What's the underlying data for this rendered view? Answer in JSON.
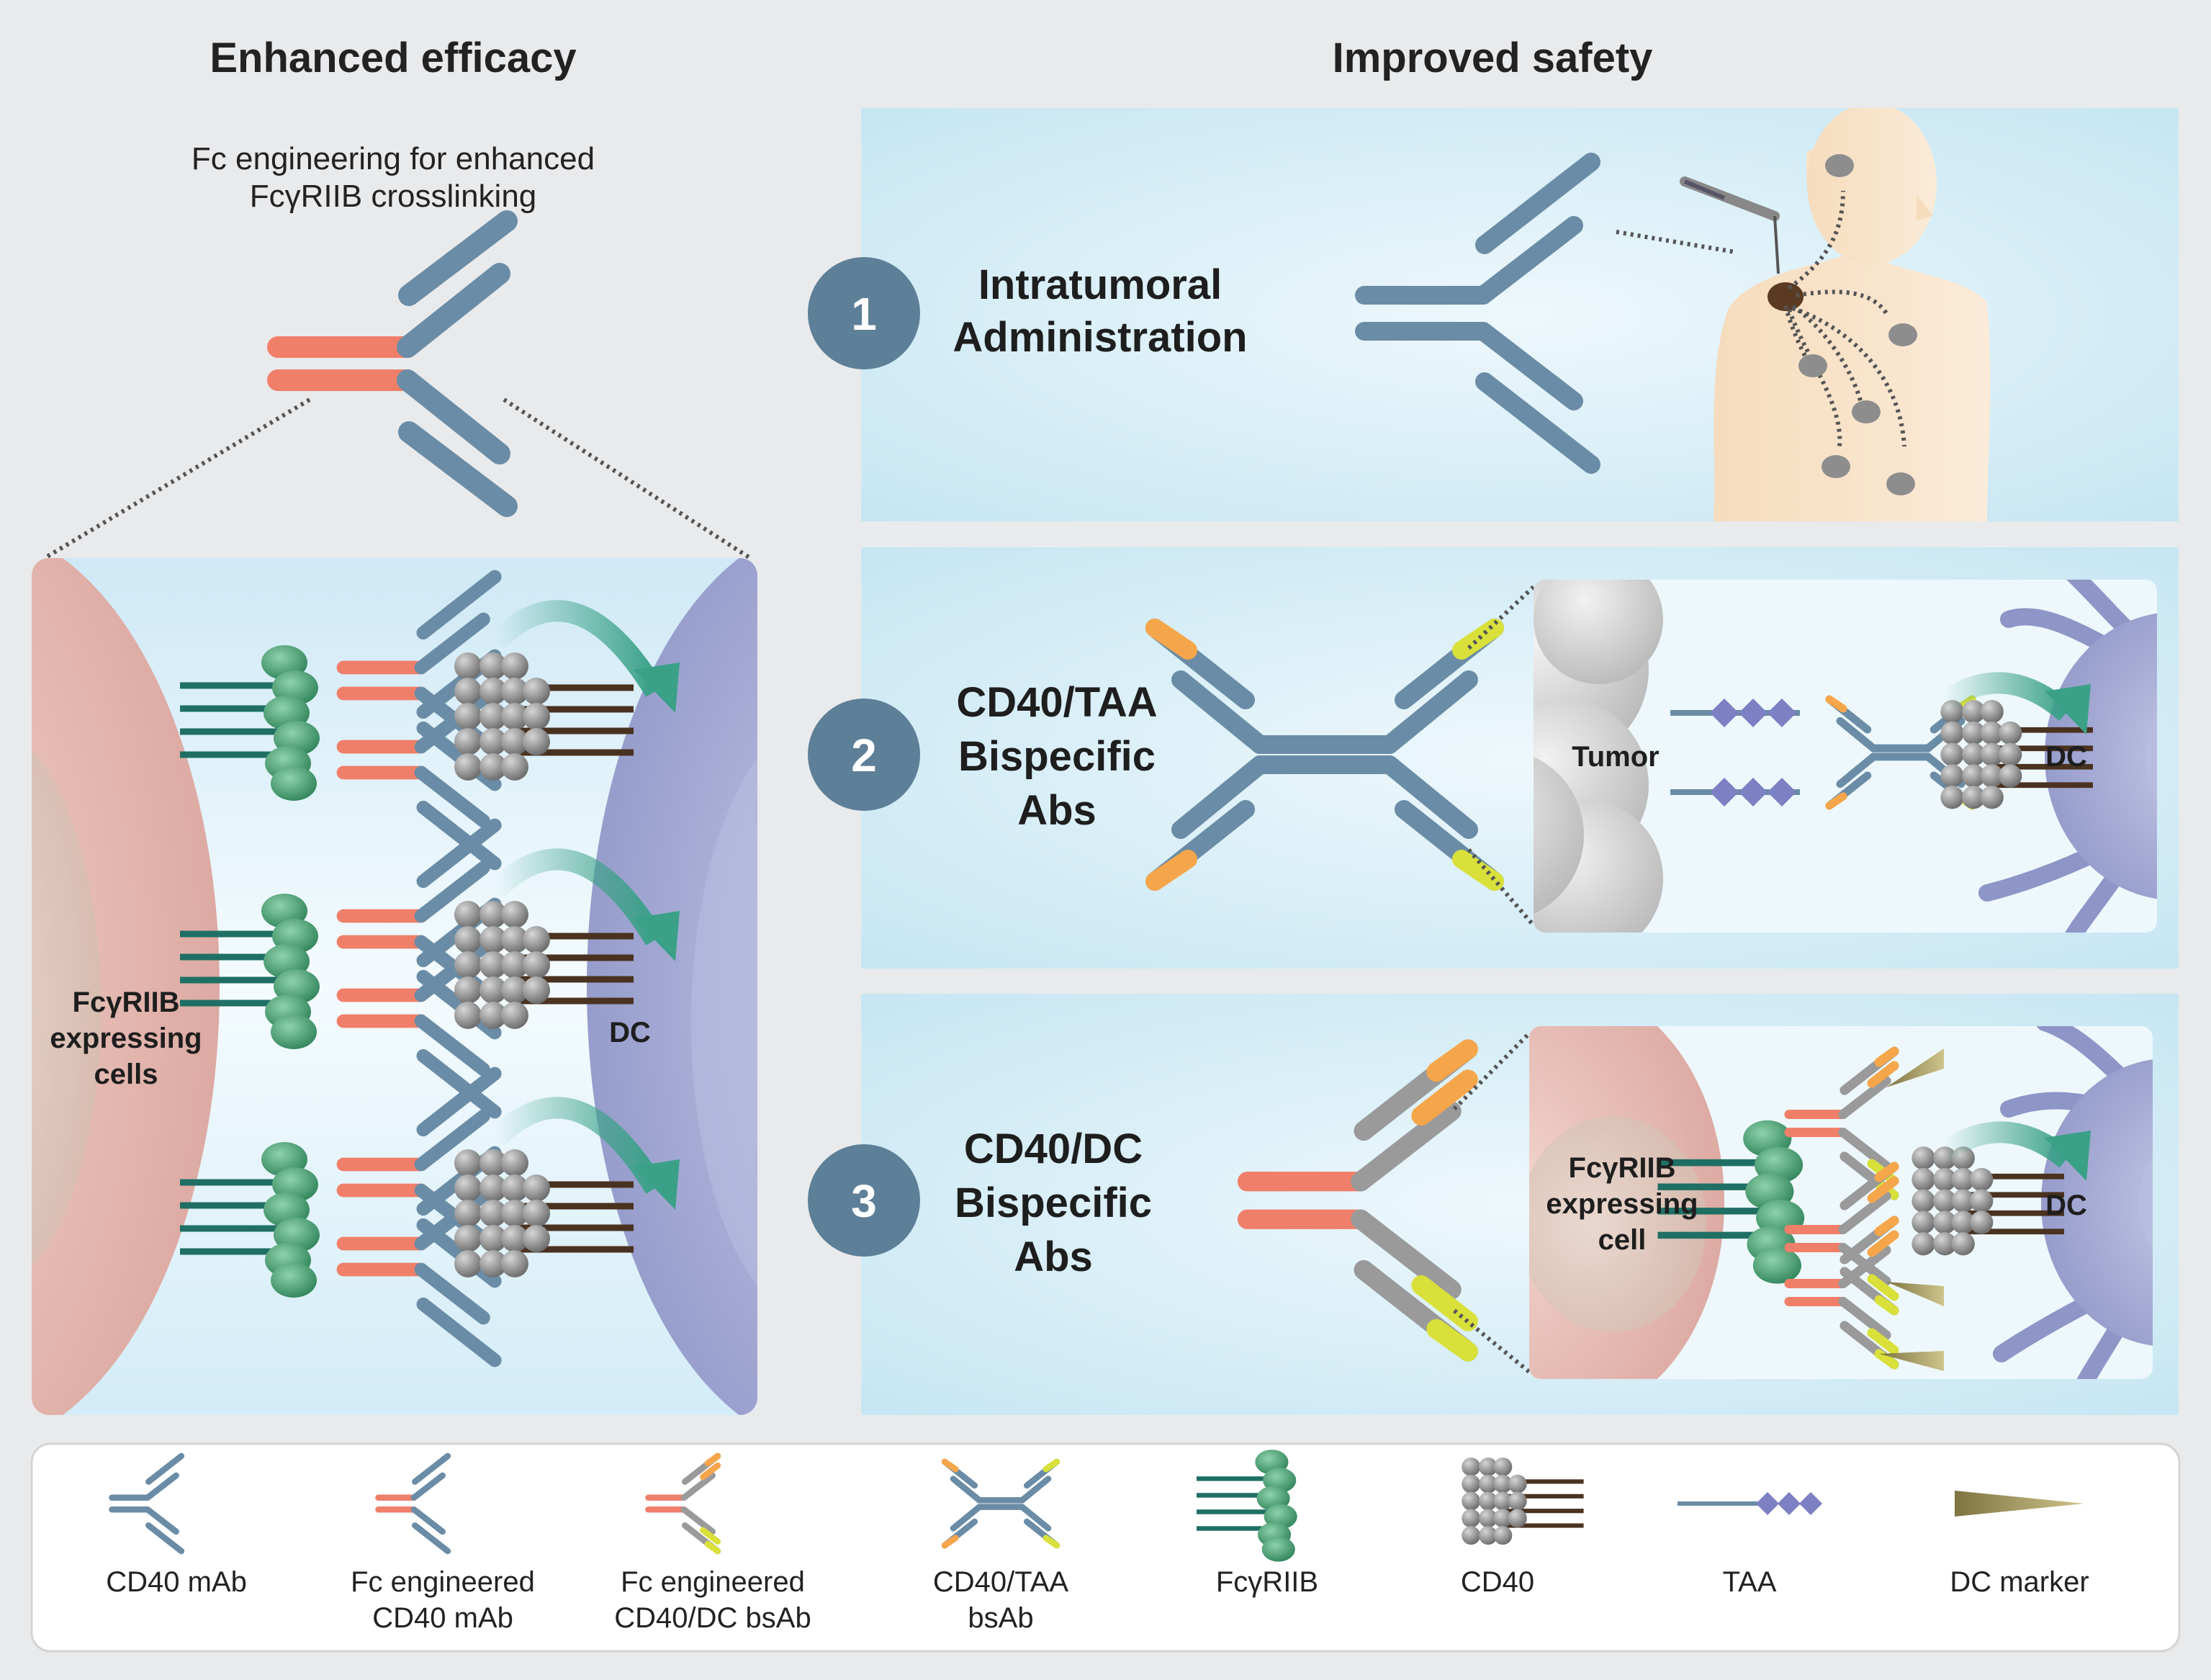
{
  "headings": {
    "left": "Enhanced efficacy",
    "right": "Improved safety"
  },
  "fc_caption": {
    "line1": "Fc engineering for enhanced",
    "line2": "FcγRIIB crosslinking"
  },
  "left_panel": {
    "cell_lines": [
      "FcγRIIB",
      "expressing",
      "cells"
    ],
    "dc": "DC"
  },
  "strategies": [
    {
      "number": "1",
      "lines": [
        "Intratumoral",
        "Administration"
      ]
    },
    {
      "number": "2",
      "lines": [
        "CD40/TAA",
        "Bispecific",
        "Abs"
      ],
      "tumor": "Tumor",
      "dc": "DC"
    },
    {
      "number": "3",
      "lines": [
        "CD40/DC",
        "Bispecific",
        "Abs"
      ],
      "cell_lines": [
        "FcγRIIB",
        "expressing",
        "cell"
      ],
      "dc": "DC"
    }
  ],
  "legend": [
    {
      "lines": [
        "CD40 mAb"
      ],
      "icon": "cd40-mab-icon"
    },
    {
      "lines": [
        "Fc engineered",
        "CD40 mAb"
      ],
      "icon": "fc-engineered-cd40-mab-icon"
    },
    {
      "lines": [
        "Fc engineered",
        "CD40/DC bsAb"
      ],
      "icon": "fc-engineered-cd40-dc-bsab-icon"
    },
    {
      "lines": [
        "CD40/TAA",
        "bsAb"
      ],
      "icon": "cd40-taa-bsab-icon"
    },
    {
      "lines": [
        "FcγRIIB"
      ],
      "icon": "fcgriib-receptor-icon"
    },
    {
      "lines": [
        "CD40"
      ],
      "icon": "cd40-receptor-icon"
    },
    {
      "lines": [
        "TAA"
      ],
      "icon": "taa-icon"
    },
    {
      "lines": [
        "DC marker"
      ],
      "icon": "dc-marker-icon"
    }
  ],
  "colors": {
    "antibody": "#6a8ca6",
    "fc_engineered": "#f07f6a",
    "orange_tip": "#f6a64a",
    "yellow_tip": "#d9e03a",
    "fcgr": "#3f9b6c",
    "cd40_bead": "#8d8d8d",
    "dc": "#9ea4d2",
    "fc_cell": "#e4b2aa",
    "panel_blue": "#cbe9f4",
    "arrow": "#3aa187",
    "badge": "#5d7f97"
  }
}
